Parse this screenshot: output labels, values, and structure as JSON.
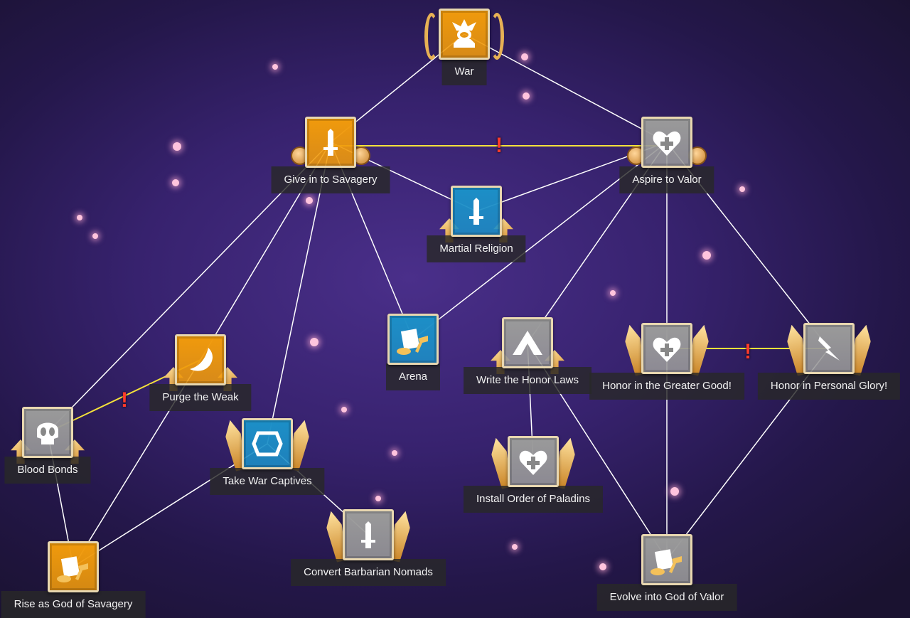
{
  "nodes": [
    {
      "id": "war",
      "label": "War",
      "color": "#f09a0c",
      "icon": "crown-eye-icon",
      "deco": "laurel"
    },
    {
      "id": "savagery",
      "label": "Give in to Savagery",
      "color": "#f09a0c",
      "icon": "sword-icon",
      "deco": "faces"
    },
    {
      "id": "valor",
      "label": "Aspire to Valor",
      "color": "#9a9a9a",
      "icon": "heart-plus-icon",
      "deco": "faces"
    },
    {
      "id": "martial",
      "label": "Martial Religion",
      "color": "#1c8fc7",
      "icon": "sword-icon",
      "deco": "arrows"
    },
    {
      "id": "arena",
      "label": "Arena",
      "color": "#1c8fc7",
      "icon": "scroll-hammer-icon",
      "deco": "none"
    },
    {
      "id": "honorlaws",
      "label": "Write the Honor Laws",
      "color": "#9a9a9a",
      "icon": "mountain-icon",
      "deco": "arrows"
    },
    {
      "id": "greatergood",
      "label": "Honor in the Greater Good!",
      "color": "#9a9a9a",
      "icon": "heart-plus-icon",
      "deco": "wings"
    },
    {
      "id": "glory",
      "label": "Honor in Personal Glory!",
      "color": "#9a9a9a",
      "icon": "lightning-icon",
      "deco": "wings"
    },
    {
      "id": "purge",
      "label": "Purge the Weak",
      "color": "#f09a0c",
      "icon": "crescent-icon",
      "deco": "arrows"
    },
    {
      "id": "bloodbonds",
      "label": "Blood Bonds",
      "color": "#9a9a9a",
      "icon": "skull-icon",
      "deco": "arrows"
    },
    {
      "id": "captives",
      "label": "Take War Captives",
      "color": "#1c8fc7",
      "icon": "vase-icon",
      "deco": "wings"
    },
    {
      "id": "paladins",
      "label": "Install Order of Paladins",
      "color": "#9a9a9a",
      "icon": "heart-plus-icon",
      "deco": "torches"
    },
    {
      "id": "nomads",
      "label": "Convert Barbarian Nomads",
      "color": "#9a9a9a",
      "icon": "sword-icon",
      "deco": "torches"
    },
    {
      "id": "risesavagery",
      "label": "Rise as God of Savagery",
      "color": "#f09a0c",
      "icon": "scroll-hammer-icon",
      "deco": "none"
    },
    {
      "id": "evolvevalor",
      "label": "Evolve into God of Valor",
      "color": "#9a9a9a",
      "icon": "scroll-hammer-icon",
      "deco": "none"
    }
  ],
  "edges": [
    [
      "war",
      "savagery"
    ],
    [
      "war",
      "valor"
    ],
    [
      "savagery",
      "martial"
    ],
    [
      "valor",
      "martial"
    ],
    [
      "savagery",
      "bloodbonds"
    ],
    [
      "savagery",
      "purge"
    ],
    [
      "savagery",
      "captives"
    ],
    [
      "savagery",
      "arena"
    ],
    [
      "valor",
      "arena"
    ],
    [
      "valor",
      "honorlaws"
    ],
    [
      "valor",
      "greatergood"
    ],
    [
      "valor",
      "glory"
    ],
    [
      "honorlaws",
      "paladins"
    ],
    [
      "honorlaws",
      "evolvevalor"
    ],
    [
      "greatergood",
      "evolvevalor"
    ],
    [
      "glory",
      "evolvevalor"
    ],
    [
      "purge",
      "risesavagery"
    ],
    [
      "bloodbonds",
      "risesavagery"
    ],
    [
      "captives",
      "risesavagery"
    ],
    [
      "captives",
      "nomads"
    ]
  ],
  "exclusive": [
    [
      "savagery",
      "valor"
    ],
    [
      "purge",
      "bloodbonds"
    ],
    [
      "greatergood",
      "glory"
    ]
  ],
  "warning_mark": "!",
  "colors": {
    "edge": "#ffffff",
    "exclusive": "#f5e23a",
    "warning": "#ff3b2b"
  }
}
